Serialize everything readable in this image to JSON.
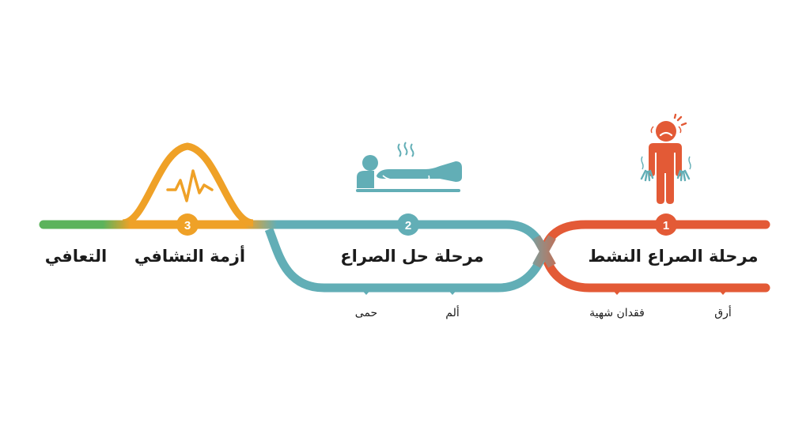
{
  "colors": {
    "stage1": "#E35A36",
    "stage2": "#62AEB6",
    "stage3": "#EFA127",
    "recovery": "#5CB35C",
    "text": "#1b1b1b",
    "icon_accent": "#62AEB6"
  },
  "stages": [
    {
      "number": "1",
      "title": "مرحلة الصراع النشط",
      "icon": "distressed-person-icon",
      "symptoms": [
        "أرق",
        "فقدان شهية"
      ]
    },
    {
      "number": "2",
      "title": "مرحلة حل الصراع",
      "icon": "person-lying-in-bed-icon",
      "symptoms": [
        "ألم",
        "حمى"
      ]
    },
    {
      "number": "3",
      "title": "أزمة التشافي",
      "icon": "heartbeat-bell-curve-icon",
      "symptoms": []
    }
  ],
  "end": {
    "title": "التعافي"
  }
}
